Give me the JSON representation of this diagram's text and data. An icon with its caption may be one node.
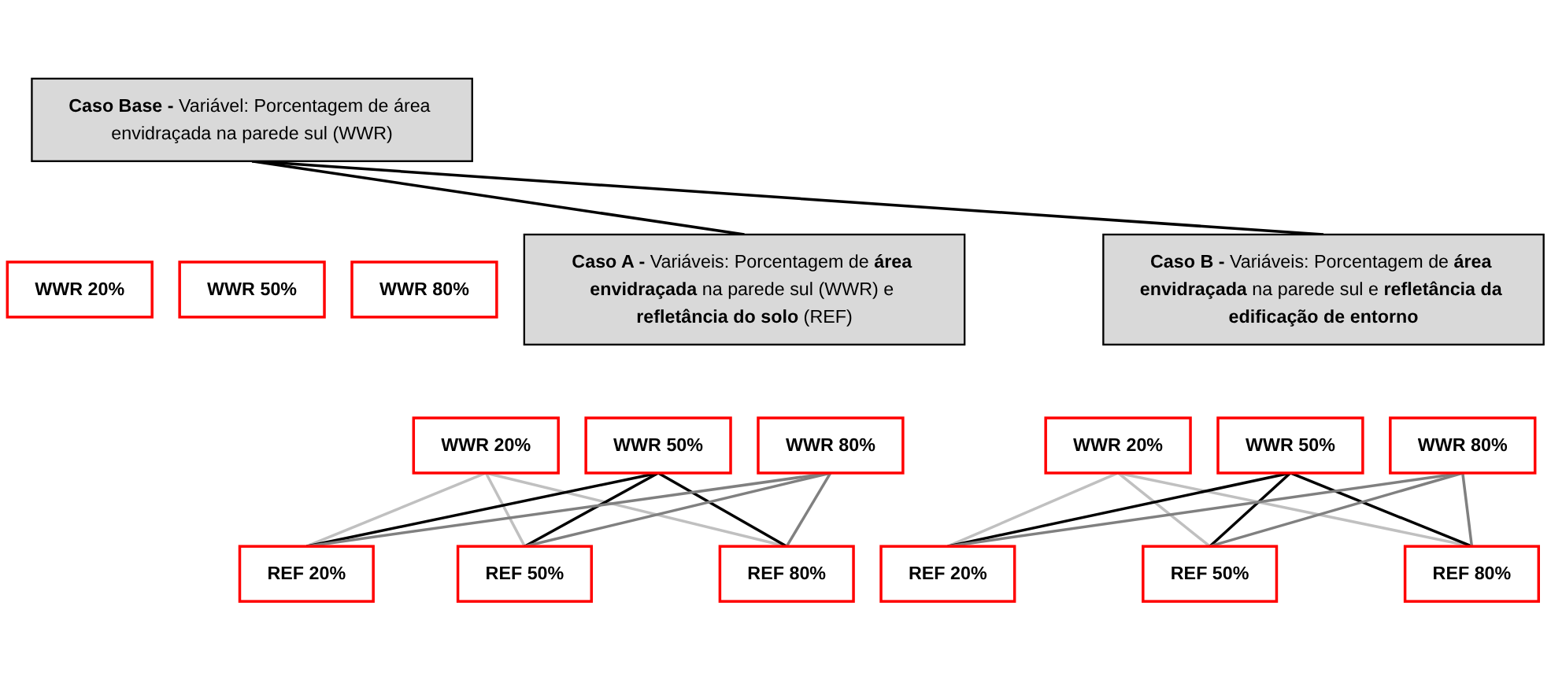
{
  "diagram": {
    "nodes": [
      {
        "text": [
          "**Caso Base -** Variável: Porcentagem de área envidraçada na parede sul (WWR)"
        ]
      },
      {
        "text": [
          "WWR 20%"
        ]
      },
      {
        "text": [
          "WWR 50%"
        ]
      },
      {
        "text": [
          "WWR 80%"
        ]
      },
      {
        "text": [
          "**Caso A -** Variáveis: Porcentagem de **área envidraçada** na parede sul (WWR) e **refletância do solo** (REF)"
        ]
      },
      {
        "text": [
          "**Caso B -** Variáveis: Porcentagem de **área envidraçada** na parede sul e **refletância da edificação de entorno**"
        ]
      },
      {
        "text": [
          "WWR 20%"
        ]
      },
      {
        "text": [
          "WWR 50%"
        ]
      },
      {
        "text": [
          "WWR 80%"
        ]
      },
      {
        "text": [
          "REF 20%"
        ]
      },
      {
        "text": [
          "REF 50%"
        ]
      },
      {
        "text": [
          "REF 80%"
        ]
      },
      {
        "text": [
          "WWR 20%"
        ]
      },
      {
        "text": [
          "WWR 50%"
        ]
      },
      {
        "text": [
          "WWR 80%"
        ]
      },
      {
        "text": [
          "REF 20%"
        ]
      },
      {
        "text": [
          "REF 50%"
        ]
      },
      {
        "text": [
          "REF 80%"
        ]
      }
    ],
    "edges": [
      {
        "from": 0,
        "to": 4,
        "arrow": "none"
      },
      {
        "from": 0,
        "to": 5,
        "arrow": "none"
      },
      {
        "from": 6,
        "to": 9,
        "arrow": "none",
        "color": "#c0c0c0"
      },
      {
        "from": 6,
        "to": 10,
        "arrow": "none",
        "color": "#c0c0c0"
      },
      {
        "from": 6,
        "to": 11,
        "arrow": "none",
        "color": "#c0c0c0"
      },
      {
        "from": 7,
        "to": 9,
        "arrow": "none"
      },
      {
        "from": 7,
        "to": 10,
        "arrow": "none"
      },
      {
        "from": 7,
        "to": 11,
        "arrow": "none"
      },
      {
        "from": 8,
        "to": 9,
        "arrow": "none",
        "color": "#808080"
      },
      {
        "from": 8,
        "to": 10,
        "arrow": "none",
        "color": "#808080"
      },
      {
        "from": 8,
        "to": 11,
        "arrow": "none",
        "color": "#808080"
      },
      {
        "from": 12,
        "to": 15,
        "arrow": "none",
        "color": "#c0c0c0"
      },
      {
        "from": 12,
        "to": 16,
        "arrow": "none",
        "color": "#c0c0c0"
      },
      {
        "from": 12,
        "to": 17,
        "arrow": "none",
        "color": "#c0c0c0"
      },
      {
        "from": 13,
        "to": 15,
        "arrow": "none"
      },
      {
        "from": 13,
        "to": 16,
        "arrow": "none"
      },
      {
        "from": 13,
        "to": 17,
        "arrow": "none"
      },
      {
        "from": 14,
        "to": 15,
        "arrow": "none",
        "color": "#808080"
      },
      {
        "from": 14,
        "to": 16,
        "arrow": "none",
        "color": "#808080"
      },
      {
        "from": 14,
        "to": 17,
        "arrow": "none",
        "color": "#808080"
      }
    ]
  }
}
